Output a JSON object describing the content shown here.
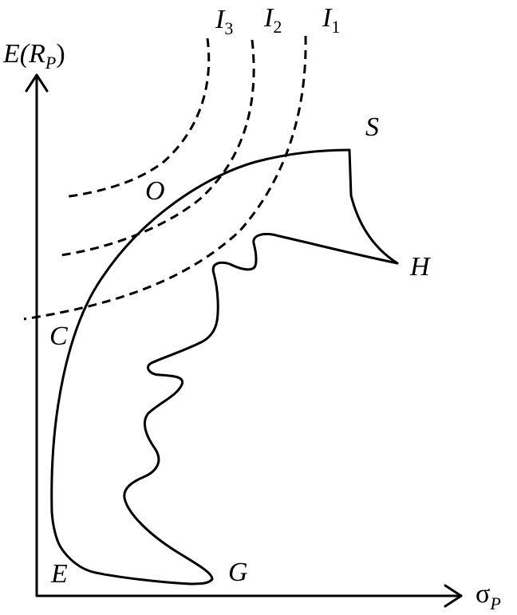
{
  "axes": {
    "y_label": {
      "main": "E(R",
      "sub": "P",
      "close": ")"
    },
    "x_label": {
      "main": "σ",
      "sub": "P"
    }
  },
  "curves": {
    "indifference": [
      {
        "main": "I",
        "sub": "3"
      },
      {
        "main": "I",
        "sub": "2"
      },
      {
        "main": "I",
        "sub": "1"
      }
    ]
  },
  "points": {
    "O": "O",
    "S": "S",
    "H": "H",
    "C": "C",
    "E": "E",
    "G": "G"
  }
}
